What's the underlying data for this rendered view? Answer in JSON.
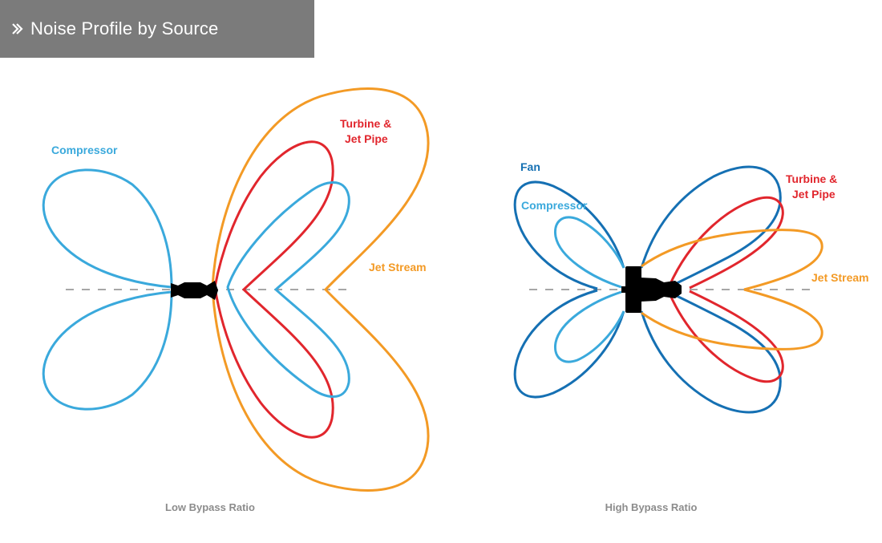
{
  "header": {
    "title": "Noise Profile by Source",
    "icon": "double-chevron-right-icon"
  },
  "colors": {
    "compressor": "#3aa9dc",
    "fan": "#1570b3",
    "turbine": "#e1262d",
    "jet_stream": "#f39a25",
    "engine": "#000000",
    "axis": "#8a8a8a",
    "caption": "#8c8c8c"
  },
  "low_bypass": {
    "caption": "Low Bypass Ratio",
    "labels": {
      "compressor": "Compressor",
      "turbine_line1": "Turbine &",
      "turbine_line2": "Jet Pipe",
      "jet_stream": "Jet Stream"
    }
  },
  "high_bypass": {
    "caption": "High Bypass Ratio",
    "labels": {
      "fan": "Fan",
      "compressor": "Compressor",
      "turbine_line1": "Turbine &",
      "turbine_line2": "Jet Pipe",
      "jet_stream": "Jet Stream"
    }
  }
}
